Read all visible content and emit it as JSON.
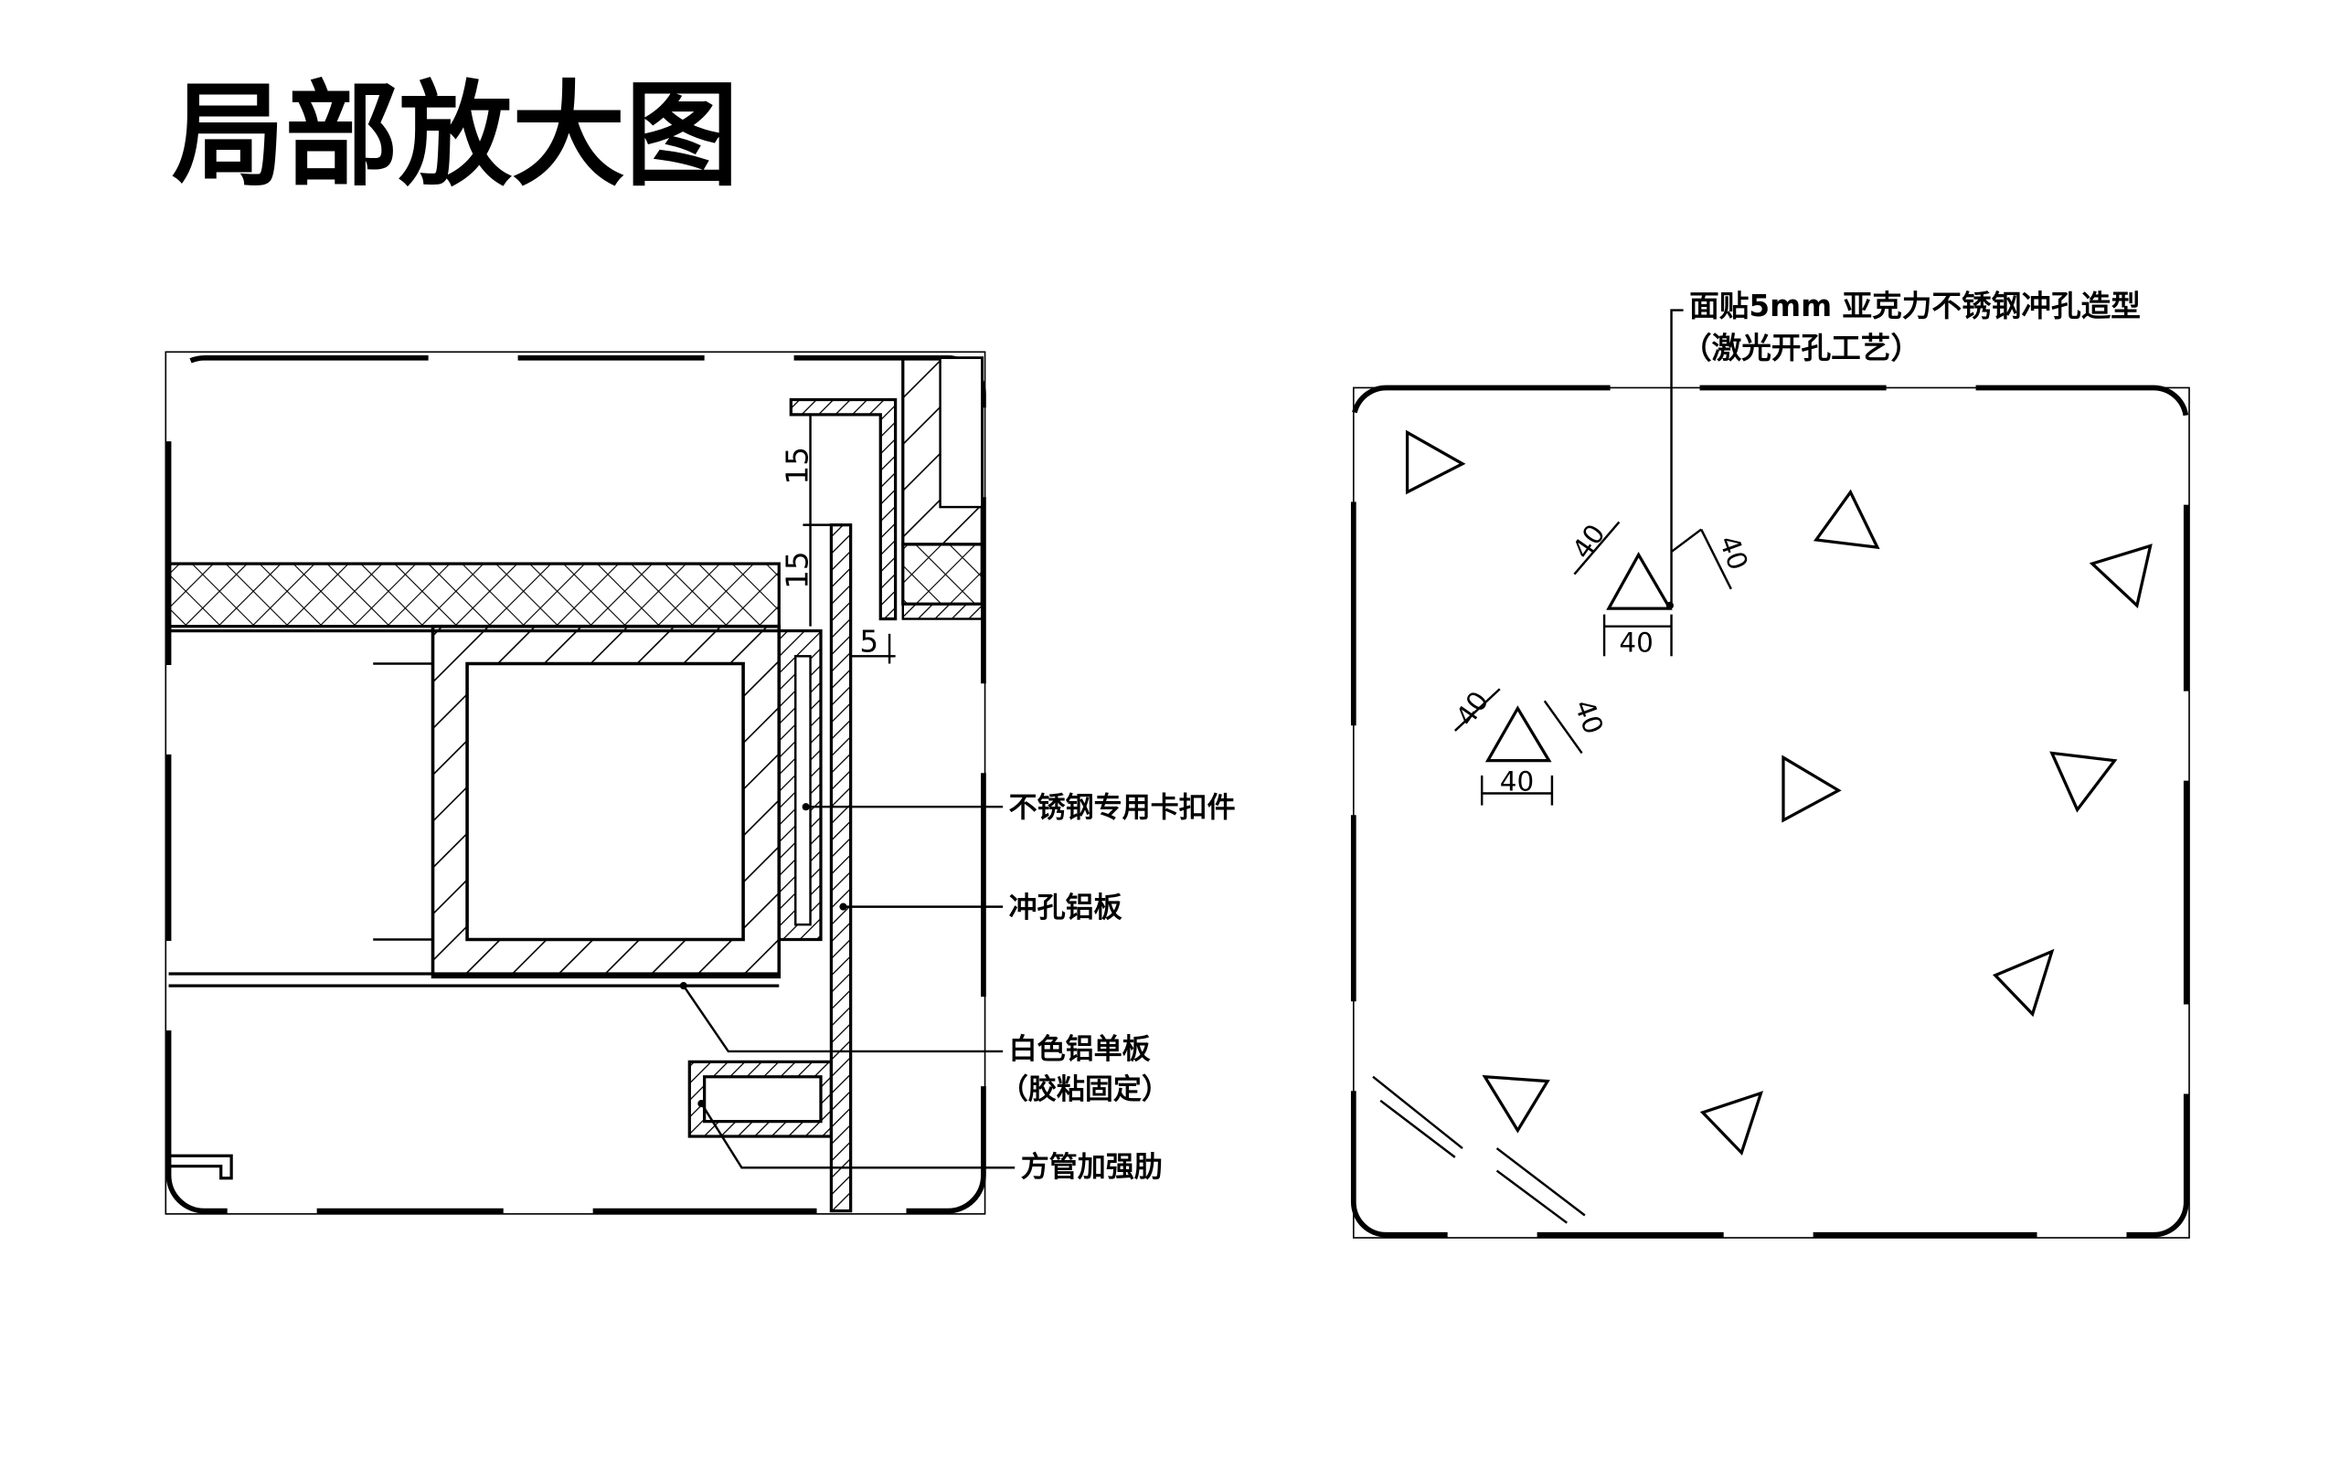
{
  "title": "局部放大图",
  "left_detail": {
    "dims": {
      "d1": "15",
      "d2": "15",
      "d3": "5"
    },
    "labels": {
      "clip": "不锈钢专用卡扣件",
      "perforated_panel": "冲孔铝板",
      "white_panel_1": "白色铝单板",
      "white_panel_2": "（胶粘固定）",
      "square_tube": "方管加强肋"
    }
  },
  "right_detail": {
    "note_1": "面贴5mm 亚克力不锈钢冲孔造型",
    "note_2": "（激光开孔工艺）",
    "dims": {
      "a1": "40",
      "a2": "40",
      "a3": "40",
      "b1": "40",
      "b2": "40",
      "b3": "40"
    }
  }
}
